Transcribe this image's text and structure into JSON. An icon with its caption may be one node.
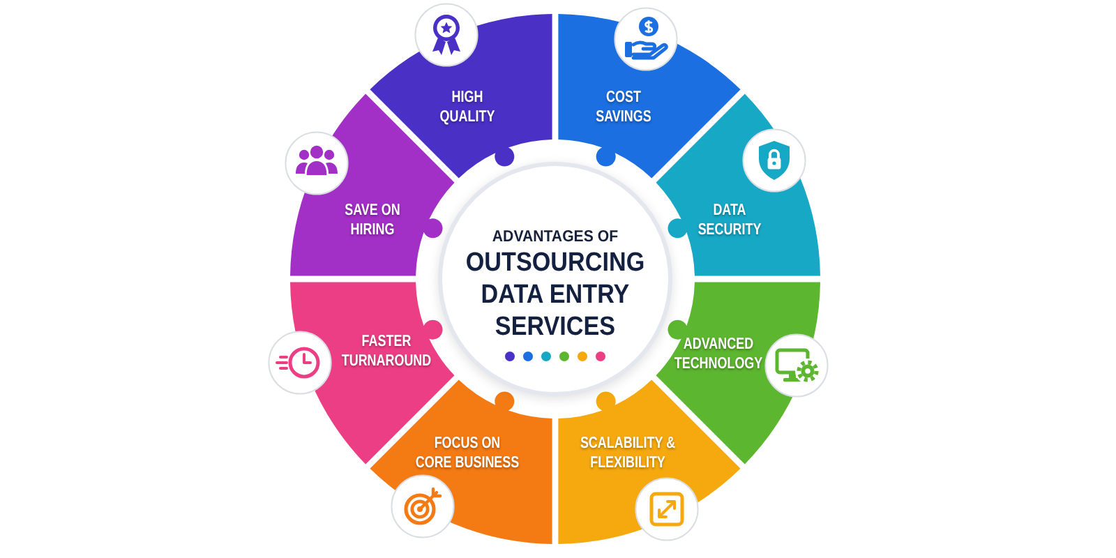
{
  "diagram": {
    "nodes": [
      {
        "text": [
          "ADVANTAGES OF",
          "OUTSOURCING **DATA ENTRY** SERVICES"
        ]
      },
      {
        "text": [
          "HIGH QUALITY"
        ]
      },
      {
        "text": [
          "COST SAVINGS"
        ]
      },
      {
        "text": [
          "DATA SECURITY"
        ]
      },
      {
        "text": [
          "ADVANCED TECHNOLOGY"
        ]
      },
      {
        "text": [
          "SCALABILITY & FLEXIBILITY"
        ]
      },
      {
        "text": [
          "FOCUS ON CORE BUSINESS"
        ]
      },
      {
        "text": [
          "FASTER TURNAROUND"
        ]
      },
      {
        "text": [
          "SAVE ON HIRING"
        ]
      }
    ]
  }
}
